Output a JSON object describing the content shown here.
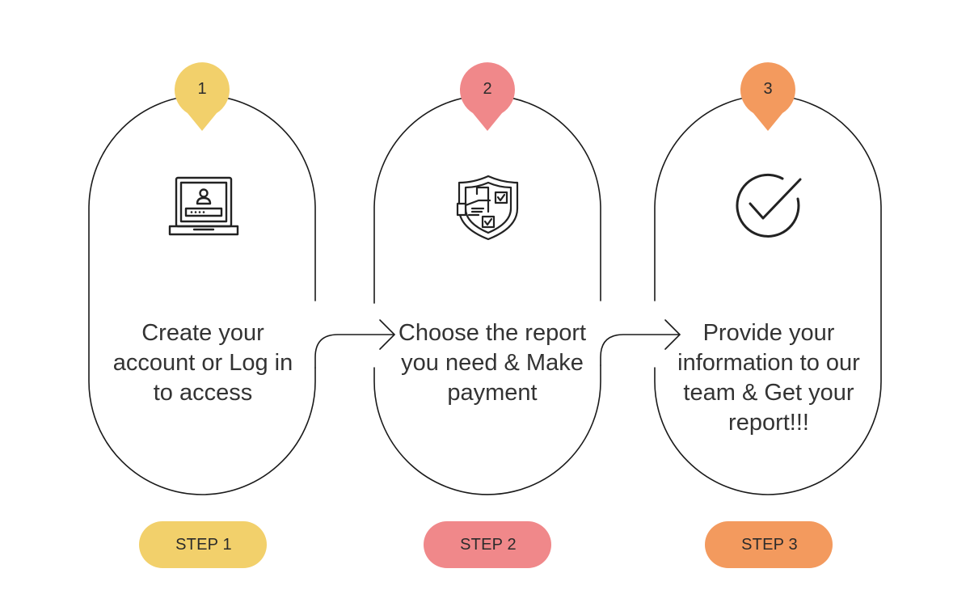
{
  "steps": [
    {
      "number": "1",
      "text": "Create your account or Log in to access",
      "pill_label": "STEP 1",
      "color": "#F2D06B",
      "icon": "laptop-login-icon"
    },
    {
      "number": "2",
      "text": "Choose the report you need & Make payment",
      "pill_label": "STEP 2",
      "color": "#F0888A",
      "icon": "shield-checklist-icon"
    },
    {
      "number": "3",
      "text": "Provide your information to our team & Get your report!!!",
      "pill_label": "STEP 3",
      "color": "#F39A5E",
      "icon": "check-circle-icon"
    }
  ],
  "colors": {
    "outline": "#1a1a1a",
    "text": "#333333"
  }
}
